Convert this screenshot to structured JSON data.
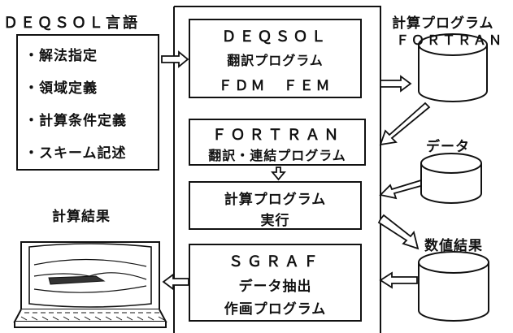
{
  "input": {
    "title": "ＤＥＱＳＯＬ言語",
    "items": [
      "・解法指定",
      "・領域定義",
      "・計算条件定義",
      "・スキーム記述"
    ]
  },
  "steps": [
    {
      "line1": "ＤＥＱＳＯＬ",
      "line2": "翻訳プログラム",
      "line3": "ＦＤＭ　ＦＥＭ"
    },
    {
      "line1": "ＦＯＲＴＲＡＮ",
      "line2": "翻訳・連結プログラム"
    },
    {
      "line1": "計算プログラム",
      "line2": "実行"
    },
    {
      "line1": "ＳＧＲＡＦ",
      "line2": "データ抽出",
      "line3": "作画プログラム"
    }
  ],
  "stores": {
    "program_l1": "計算プログラム",
    "program_l2": "ＦＯＲＴＲＡＮ",
    "data": "データ",
    "numeric": "数値結果"
  },
  "output": {
    "label": "計算結果"
  },
  "colors": {
    "ink": "#111111",
    "paper": "#ffffff"
  }
}
